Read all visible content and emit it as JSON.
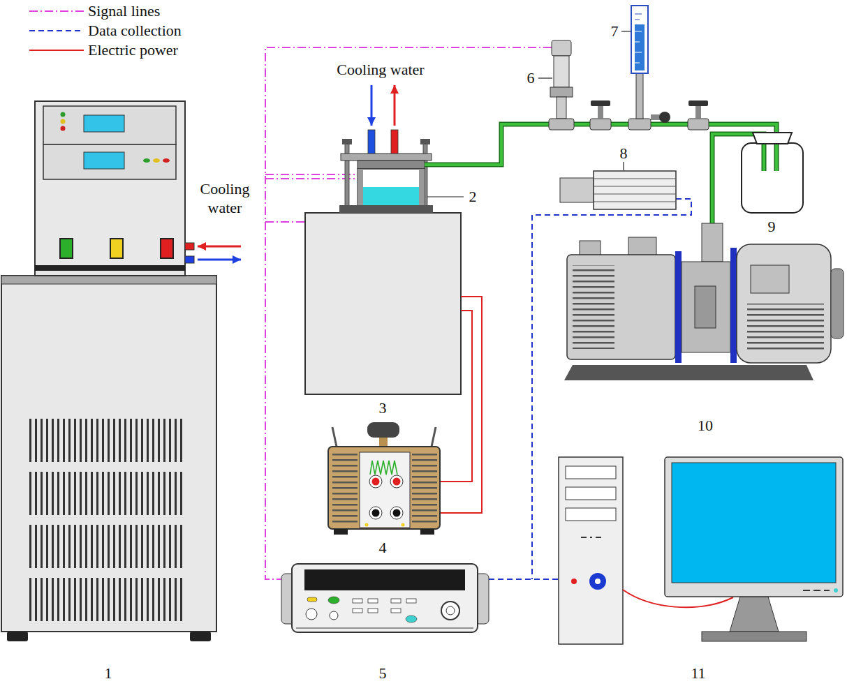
{
  "diagram": {
    "labels": [
      "Cooling water",
      "7",
      "6",
      "2",
      "Cooling water",
      "8",
      "9",
      "3",
      "10",
      "4",
      "1",
      "5",
      "11"
    ],
    "legend": [
      {
        "text": "Signal lines"
      },
      {
        "text": "Data collection"
      },
      {
        "text": "Electric power"
      }
    ]
  }
}
